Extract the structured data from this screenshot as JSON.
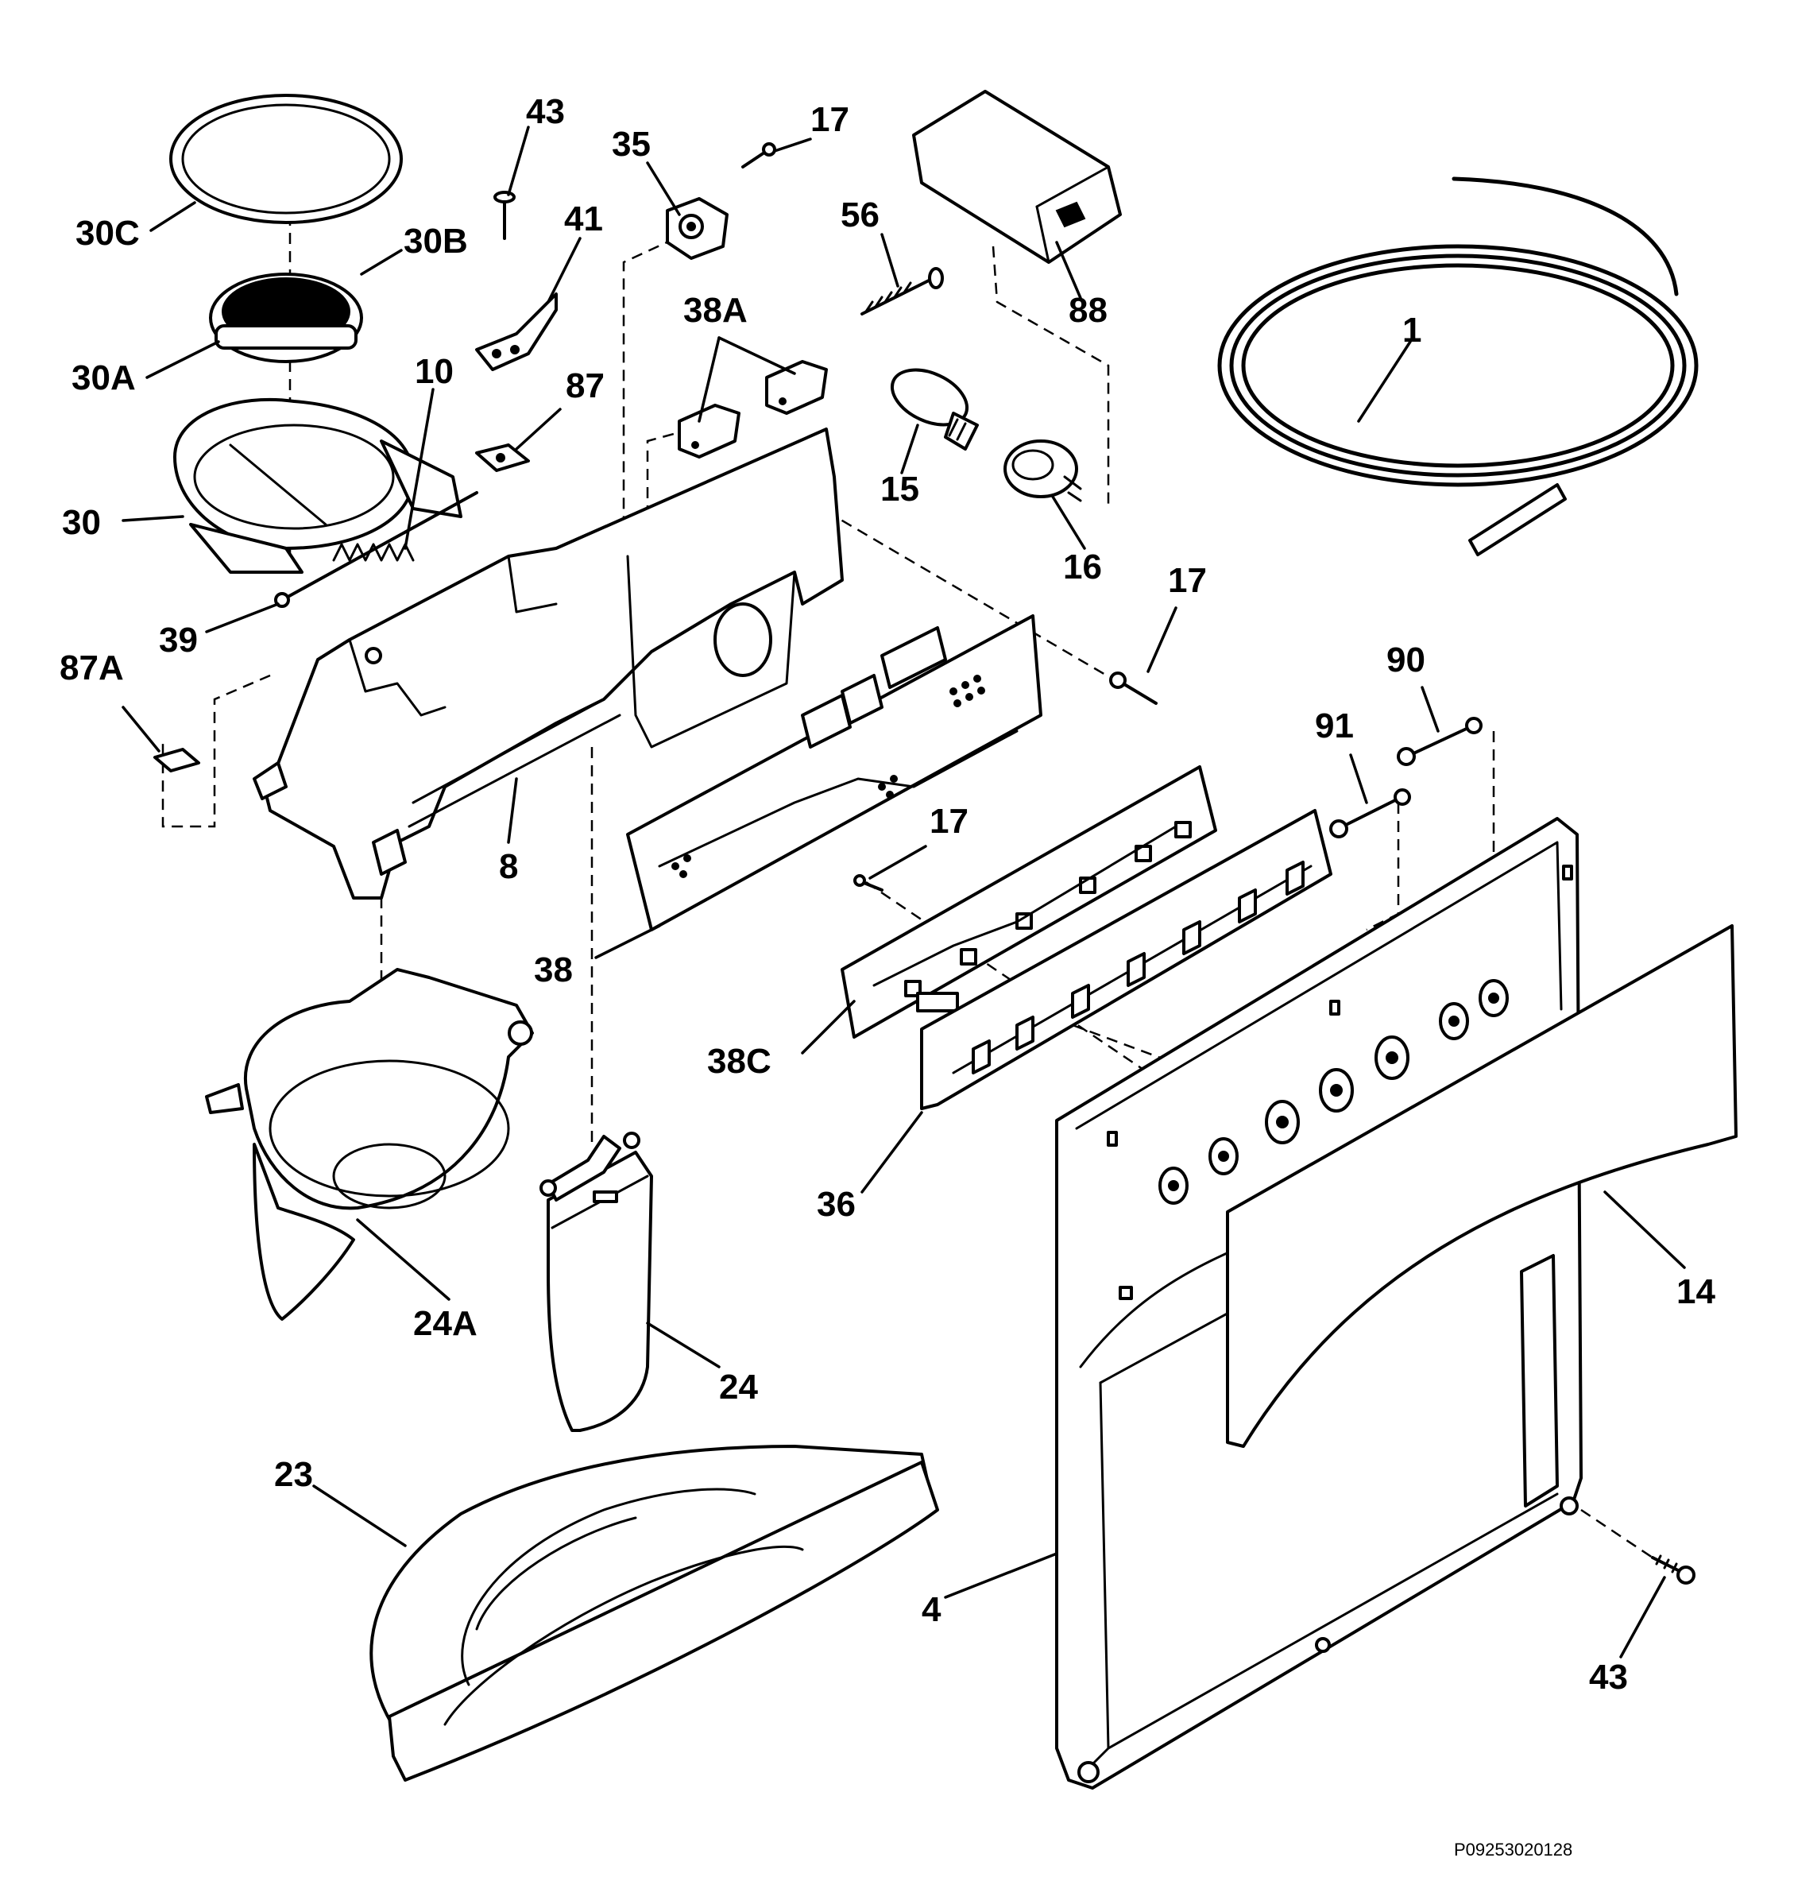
{
  "figure_code": "P09253020128",
  "callouts": {
    "c43a": "43",
    "c17a": "17",
    "c35": "35",
    "c56": "56",
    "c88": "88",
    "c30c": "30C",
    "c30b": "30B",
    "c41": "41",
    "c30a": "30A",
    "c38a": "38A",
    "c10": "10",
    "c87": "87",
    "c1": "1",
    "c15": "15",
    "c30": "30",
    "c16": "16",
    "c39": "39",
    "c17b": "17",
    "c87a": "87A",
    "c90": "90",
    "c91": "91",
    "c8": "8",
    "c17c": "17",
    "c38": "38",
    "c38c": "38C",
    "c36": "36",
    "c14": "14",
    "c24a": "24A",
    "c24": "24",
    "c23": "23",
    "c4": "4",
    "c43b": "43"
  }
}
